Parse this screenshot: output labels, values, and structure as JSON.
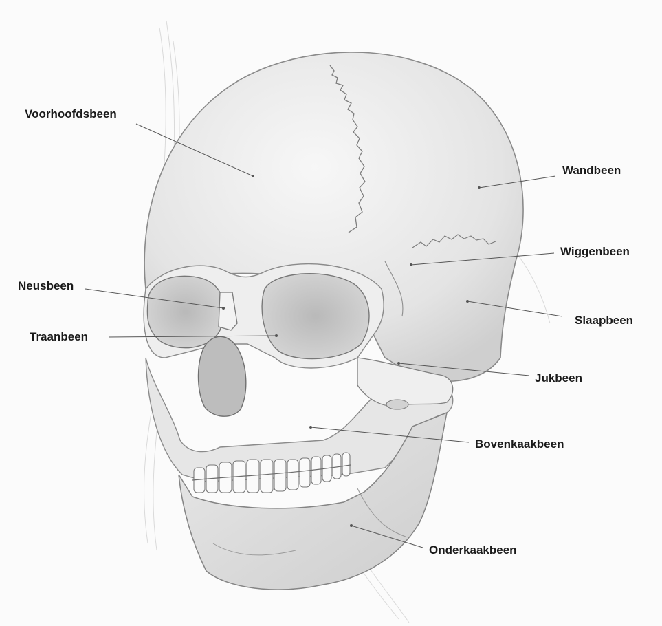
{
  "labels": {
    "frontal": "Voorhoofdsbeen",
    "parietal": "Wandbeen",
    "sphenoid": "Wiggenbeen",
    "nasal": "Neusbeen",
    "temporal": "Slaapbeen",
    "lacrimal": "Traanbeen",
    "zygomatic": "Jukbeen",
    "maxilla": "Bovenkaakbeen",
    "mandible": "Onderkaakbeen"
  },
  "colors": {
    "sketch": "#8a8a8a",
    "shade": "#c9c9c9",
    "leader": "#555555",
    "text": "#1a1a1a"
  }
}
